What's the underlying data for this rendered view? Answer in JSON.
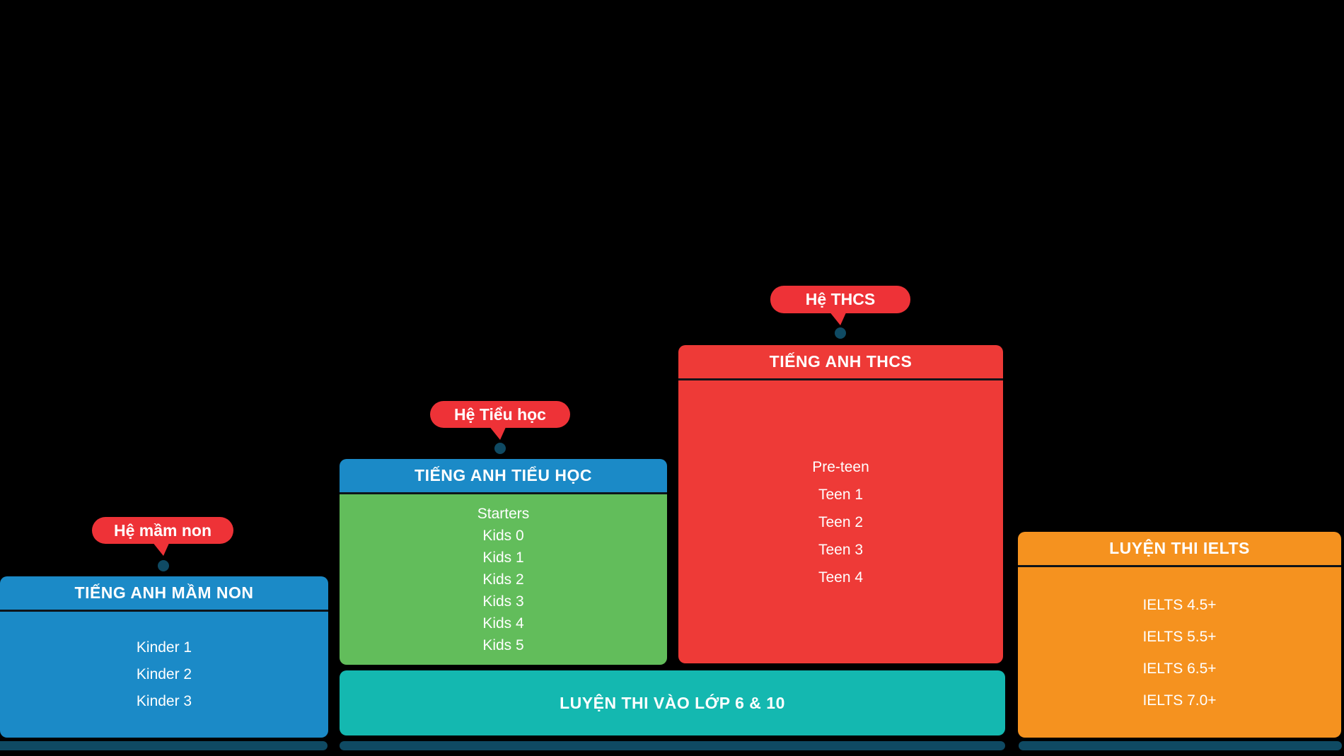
{
  "diagram": {
    "background": "#000000",
    "badges": [
      {
        "label": "Hệ mầm non"
      },
      {
        "label": "Hệ Tiểu học"
      },
      {
        "label": "Hệ THCS"
      }
    ],
    "columns": [
      {
        "header": "TIẾNG ANH MẦM NON",
        "items": [
          "Kinder 1",
          "Kinder 2",
          "Kinder 3"
        ]
      },
      {
        "header": "TIẾNG ANH TIỂU HỌC",
        "items": [
          "Starters",
          "Kids 0",
          "Kids 1",
          "Kids 2",
          "Kids 3",
          "Kids 4",
          "Kids 5"
        ]
      },
      {
        "header": "TIẾNG ANH THCS",
        "items": [
          "Pre-teen",
          "Teen 1",
          "Teen 2",
          "Teen 3",
          "Teen 4"
        ]
      },
      {
        "header": "LUYỆN THI IELTS",
        "items": [
          "IELTS 4.5+",
          "IELTS 5.5+",
          "IELTS 6.5+",
          "IELTS 7.0+"
        ]
      }
    ],
    "banner": {
      "label": "LUYỆN THI VÀO LỚP 6 & 10"
    },
    "palette": {
      "blue": "#1B8AC7",
      "green": "#62BD5B",
      "red": "#EE3A37",
      "badge_red": "#EE3237",
      "orange": "#F5921F",
      "teal": "#14B8B0",
      "navy": "#0F4A63",
      "divider": "#0E141A",
      "text": "#FFFFFF"
    }
  }
}
